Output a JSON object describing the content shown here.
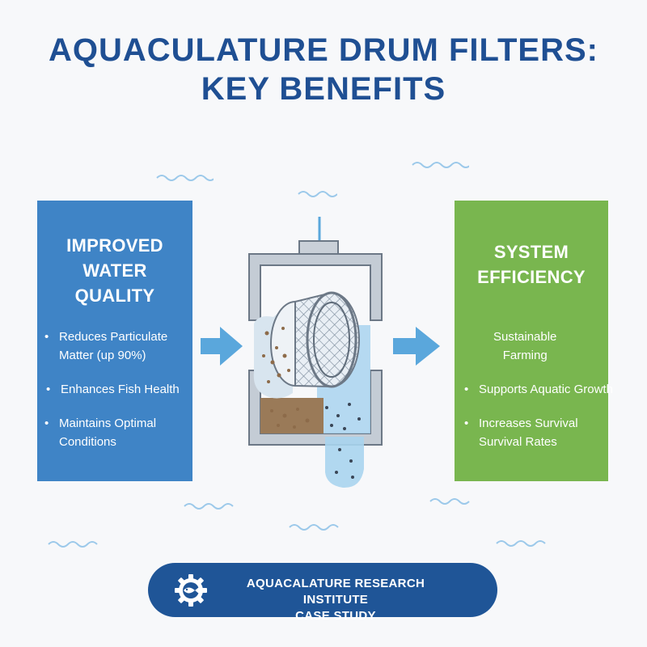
{
  "title": {
    "line1": "AQUACULATURE DRUM FILTERS:",
    "line2": "KEY BENEFITS"
  },
  "left_panel": {
    "heading": [
      "IMPROVED",
      "WATER",
      "QUALITY"
    ],
    "items": [
      [
        "Reduces Particulate",
        "Matter (up 90%)"
      ],
      [
        "Enhances Fish Health"
      ],
      [
        "Maintains Optimal",
        "Conditions"
      ]
    ],
    "color": "#3f84c6"
  },
  "right_panel": {
    "heading": [
      "SYSTEM",
      "EFFICIENCY"
    ],
    "items": [
      [
        "Sustainable",
        "Farming"
      ],
      [
        "Supports Aquatic Growth"
      ],
      [
        "Increases Survival",
        "Survival Rates"
      ]
    ],
    "color": "#79b64f"
  },
  "footer": {
    "line1": "AQUACALATURE RESEARCH INSTITUTE",
    "line2": "CASE STUDY",
    "icon": "gear-fish-icon",
    "color": "#1f5597"
  },
  "colors": {
    "title": "#1f4f93",
    "arrow": "#5aa7dc",
    "water": "#a9d4ee",
    "housing": "#bcc4ce",
    "sediment": "#8d6b4a"
  }
}
